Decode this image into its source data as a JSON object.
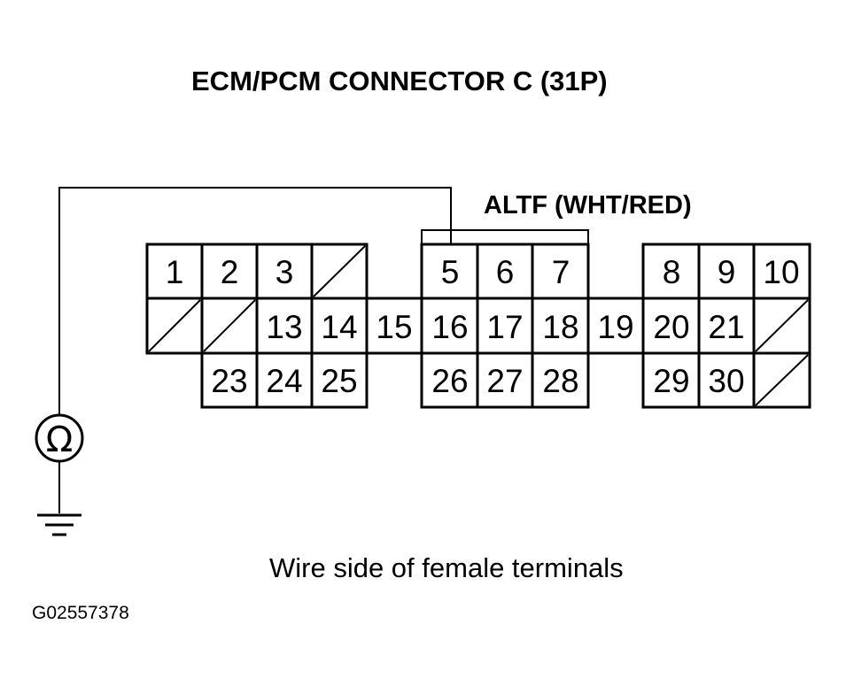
{
  "title": "ECM/PCM CONNECTOR C (31P)",
  "highlight_label": "ALTF (WHT/RED)",
  "caption": "Wire side of female terminals",
  "figure_code": "G02557378",
  "meter_symbol": "Ω",
  "probe_pin": "5",
  "pins": {
    "p1": "1",
    "p2": "2",
    "p3": "3",
    "p5": "5",
    "p6": "6",
    "p7": "7",
    "p8": "8",
    "p9": "9",
    "p10": "10",
    "p13": "13",
    "p14": "14",
    "p15": "15",
    "p16": "16",
    "p17": "17",
    "p18": "18",
    "p19": "19",
    "p20": "20",
    "p21": "21",
    "p23": "23",
    "p24": "24",
    "p25": "25",
    "p26": "26",
    "p27": "27",
    "p28": "28",
    "p29": "29",
    "p30": "30"
  },
  "icons": {
    "ohmmeter": "ohmmeter-icon",
    "ground": "ground-icon",
    "empty_cavity": "diagonal-slash"
  }
}
